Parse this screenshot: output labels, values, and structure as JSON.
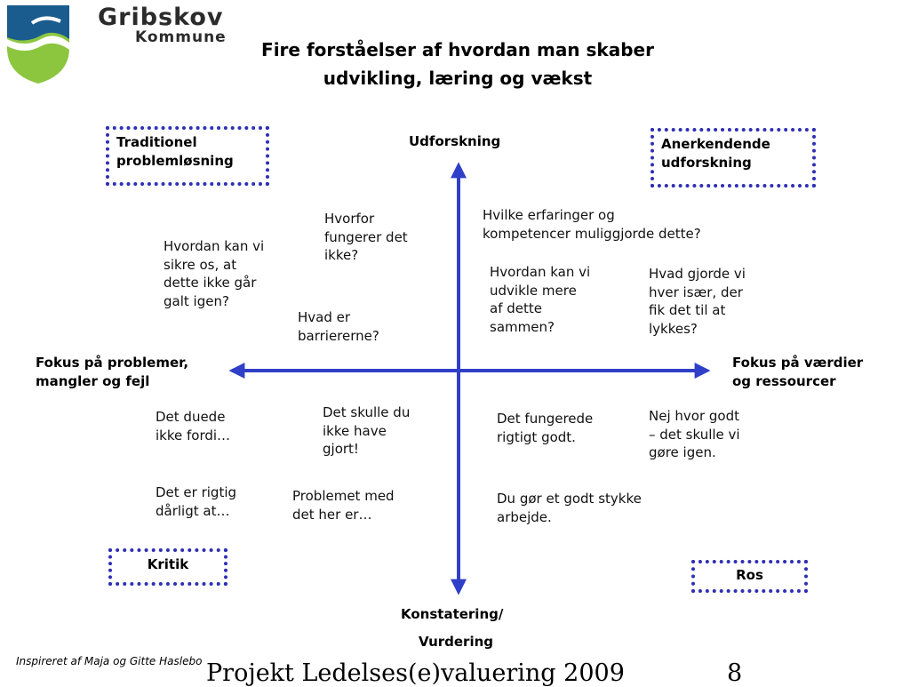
{
  "logo": {
    "line1": "Gribskov",
    "line2": "Kommune"
  },
  "title": {
    "line1": "Fire forståelser af hvordan man skaber",
    "line2": "udvikling, læring og vækst"
  },
  "quadrant_labels": {
    "top_left": [
      "Traditionel",
      "problemløsning"
    ],
    "top_right": [
      "Anerkendende",
      "udforskning"
    ],
    "bottom_left": "Kritik",
    "bottom_right": "Ros"
  },
  "axes": {
    "top": "Udforskning",
    "bottom": [
      "Konstatering/",
      "Vurdering"
    ],
    "left": [
      "Fokus på problemer,",
      "mangler og fejl"
    ],
    "right": [
      "Fokus på værdier",
      "og ressourcer"
    ]
  },
  "phrases": {
    "tl_1": [
      "Hvorfor",
      "fungerer det",
      "ikke?"
    ],
    "tl_2": [
      "Hvordan kan vi",
      "sikre os, at",
      "dette ikke går",
      "galt igen?"
    ],
    "tl_3": [
      "Hvad er",
      "barriererne?"
    ],
    "tr_1": [
      "Hvilke erfaringer og",
      "kompetencer muliggjorde dette?"
    ],
    "tr_2": [
      "Hvordan kan vi",
      "udvikle mere",
      "af dette",
      "sammen?"
    ],
    "tr_3": [
      "Hvad gjorde vi",
      "hver især, der",
      "fik det til at",
      "lykkes?"
    ],
    "bl_1": [
      "Det duede",
      "ikke fordi…"
    ],
    "bl_2": [
      "Det skulle du",
      "ikke have",
      "gjort!"
    ],
    "bl_3": [
      "Det er rigtig",
      "dårligt at…"
    ],
    "bl_4": [
      "Problemet med",
      "det her er…"
    ],
    "br_1": [
      "Det fungerede",
      "rigtigt godt."
    ],
    "br_2": [
      "Nej hvor godt",
      "– det skulle vi",
      "gøre igen."
    ],
    "br_3": [
      "Du gør et godt stykke",
      "arbejde."
    ]
  },
  "footer": {
    "note": "Inspireret af Maja og Gitte Haslebo",
    "project": "Projekt Ledelses(e)valuering 2009",
    "page": "8"
  },
  "colors": {
    "axis": "#2f3fc8",
    "box_border": "#2f2fb4",
    "logo_blue": "#1a5c8e",
    "logo_green": "#8cc63f"
  }
}
